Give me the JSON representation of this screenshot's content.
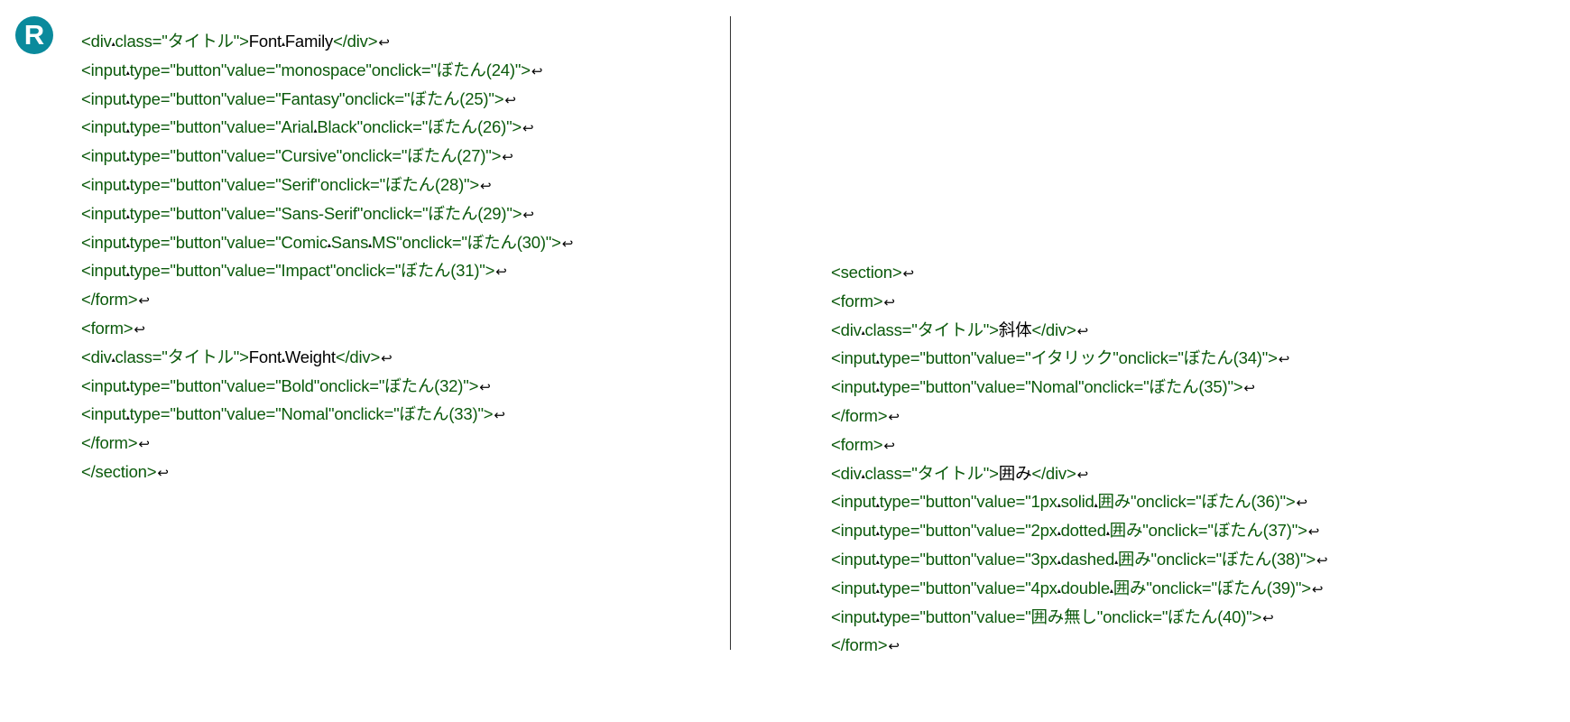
{
  "logo": "R",
  "left": [
    {
      "pre": "<div▴class=\"タイトル\">",
      "content": "Font▴Family",
      "post": "</div>"
    },
    {
      "pre": "<input▴type=\"button\"value=\"monospace\"onclick=\"ぼたん(24)\">"
    },
    {
      "pre": "<input▴type=\"button\"value=\"Fantasy\"onclick=\"ぼたん(25)\">"
    },
    {
      "pre": "<input▴type=\"button\"value=\"Arial▴Black\"onclick=\"ぼたん(26)\">"
    },
    {
      "pre": "<input▴type=\"button\"value=\"Cursive\"onclick=\"ぼたん(27)\">"
    },
    {
      "pre": "<input▴type=\"button\"value=\"Serif\"onclick=\"ぼたん(28)\">"
    },
    {
      "pre": "<input▴type=\"button\"value=\"Sans-Serif\"onclick=\"ぼたん(29)\">"
    },
    {
      "pre": "<input▴type=\"button\"value=\"Comic▴Sans▴MS\"onclick=\"ぼたん(30)\">"
    },
    {
      "pre": "<input▴type=\"button\"value=\"Impact\"onclick=\"ぼたん(31)\">"
    },
    {
      "pre": "</form>"
    },
    {
      "pre": "<form>"
    },
    {
      "pre": "<div▴class=\"タイトル\">",
      "content": "Font▴Weight",
      "post": "</div>"
    },
    {
      "pre": "<input▴type=\"button\"value=\"Bold\"onclick=\"ぼたん(32)\">"
    },
    {
      "pre": "<input▴type=\"button\"value=\"Nomal\"onclick=\"ぼたん(33)\">"
    },
    {
      "pre": "</form>"
    },
    {
      "pre": "</section>"
    }
  ],
  "right": [
    {
      "pre": "<section>"
    },
    {
      "pre": "<form>"
    },
    {
      "pre": "<div▴class=\"タイトル\">",
      "content": "斜体",
      "post": "</div>"
    },
    {
      "pre": "<input▴type=\"button\"value=\"イタリック\"onclick=\"ぼたん(34)\">"
    },
    {
      "pre": "<input▴type=\"button\"value=\"Nomal\"onclick=\"ぼたん(35)\">"
    },
    {
      "pre": "</form>"
    },
    {
      "pre": "<form>"
    },
    {
      "pre": "<div▴class=\"タイトル\">",
      "content": "囲み",
      "post": "</div>"
    },
    {
      "pre": "<input▴type=\"button\"value=\"1px▴solid▴囲み\"onclick=\"ぼたん(36)\">"
    },
    {
      "pre": "<input▴type=\"button\"value=\"2px▴dotted▴囲み\"onclick=\"ぼたん(37)\">"
    },
    {
      "pre": "<input▴type=\"button\"value=\"3px▴dashed▴囲み\"onclick=\"ぼたん(38)\">"
    },
    {
      "pre": "<input▴type=\"button\"value=\"4px▴double▴囲み\"onclick=\"ぼたん(39)\">"
    },
    {
      "pre": "<input▴type=\"button\"value=\"囲み無し\"onclick=\"ぼたん(40)\">"
    },
    {
      "pre": "</form>"
    }
  ],
  "return_mark": "↩"
}
